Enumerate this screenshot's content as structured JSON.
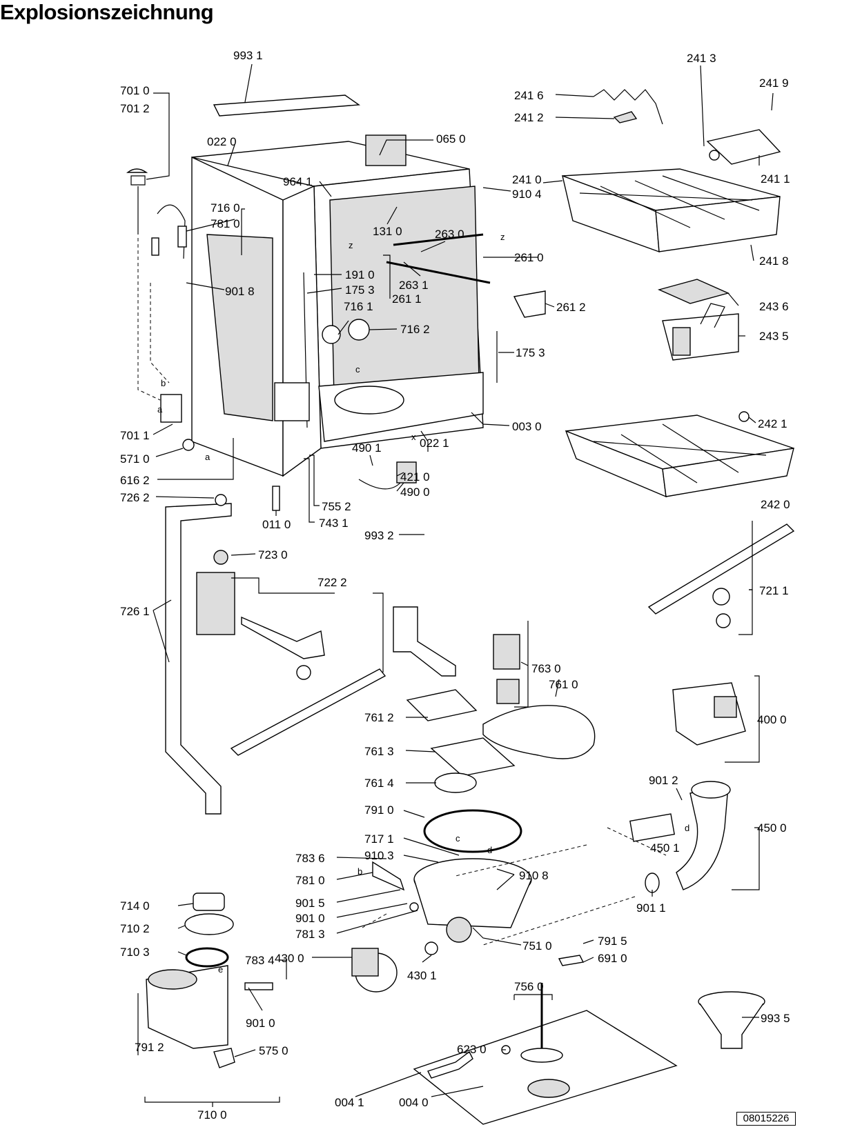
{
  "title": "Explosionszeichnung",
  "drawing_code": "08015226",
  "parts": [
    {
      "label": "993 1"
    },
    {
      "label": "701 0"
    },
    {
      "label": "701 2"
    },
    {
      "label": "022 0"
    },
    {
      "label": "065 0"
    },
    {
      "label": "241 3"
    },
    {
      "label": "241 9"
    },
    {
      "label": "241 6"
    },
    {
      "label": "241 2"
    },
    {
      "label": "241 0"
    },
    {
      "label": "910 4"
    },
    {
      "label": "241 1"
    },
    {
      "label": "964 1"
    },
    {
      "label": "716 0"
    },
    {
      "label": "781 0"
    },
    {
      "label": "131 0"
    },
    {
      "label": "263 0"
    },
    {
      "label": "261 0"
    },
    {
      "label": "241 8"
    },
    {
      "label": "191 0"
    },
    {
      "label": "175 3"
    },
    {
      "label": "263 1"
    },
    {
      "label": "261 1"
    },
    {
      "label": "901 8"
    },
    {
      "label": "243 6"
    },
    {
      "label": "261 2"
    },
    {
      "label": "716 1"
    },
    {
      "label": "716 2"
    },
    {
      "label": "243 5"
    },
    {
      "label": "175 3"
    },
    {
      "label": "003 0"
    },
    {
      "label": "242 1"
    },
    {
      "label": "701 1"
    },
    {
      "label": "022 1"
    },
    {
      "label": "571 0"
    },
    {
      "label": "490 1"
    },
    {
      "label": "616 2"
    },
    {
      "label": "421 0"
    },
    {
      "label": "490 0"
    },
    {
      "label": "726 2"
    },
    {
      "label": "755 2"
    },
    {
      "label": "242 0"
    },
    {
      "label": "011 0"
    },
    {
      "label": "743 1"
    },
    {
      "label": "993 2"
    },
    {
      "label": "723 0"
    },
    {
      "label": "722 2"
    },
    {
      "label": "721 1"
    },
    {
      "label": "726 1"
    },
    {
      "label": "763 0"
    },
    {
      "label": "761 0"
    },
    {
      "label": "400 0"
    },
    {
      "label": "761 2"
    },
    {
      "label": "761 3"
    },
    {
      "label": "761 4"
    },
    {
      "label": "901 2"
    },
    {
      "label": "791 0"
    },
    {
      "label": "450 0"
    },
    {
      "label": "717 1"
    },
    {
      "label": "450 1"
    },
    {
      "label": "783 6"
    },
    {
      "label": "910 3"
    },
    {
      "label": "910 8"
    },
    {
      "label": "781 0"
    },
    {
      "label": "901 1"
    },
    {
      "label": "714 0"
    },
    {
      "label": "901 5"
    },
    {
      "label": "901 0"
    },
    {
      "label": "710 2"
    },
    {
      "label": "781 3"
    },
    {
      "label": "751 0"
    },
    {
      "label": "791 5"
    },
    {
      "label": "710 3"
    },
    {
      "label": "783 4"
    },
    {
      "label": "430 0"
    },
    {
      "label": "691 0"
    },
    {
      "label": "430 1"
    },
    {
      "label": "756 0"
    },
    {
      "label": "901 0"
    },
    {
      "label": "993 5"
    },
    {
      "label": "791 2"
    },
    {
      "label": "623 0"
    },
    {
      "label": "575 0"
    },
    {
      "label": "710 0"
    },
    {
      "label": "004 1"
    },
    {
      "label": "004 0"
    }
  ],
  "connection_letters": [
    {
      "letter": "b"
    },
    {
      "letter": "a"
    },
    {
      "letter": "a"
    },
    {
      "letter": "z"
    },
    {
      "letter": "z"
    },
    {
      "letter": "c"
    },
    {
      "letter": "x"
    },
    {
      "letter": "c"
    },
    {
      "letter": "b"
    },
    {
      "letter": "d"
    },
    {
      "letter": "d"
    },
    {
      "letter": "e"
    }
  ]
}
